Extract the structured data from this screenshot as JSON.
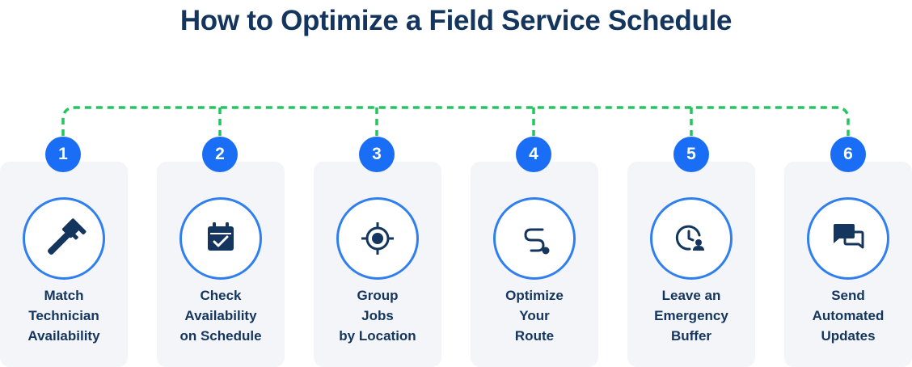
{
  "title": "How to Optimize a Field Service Schedule",
  "colors": {
    "title": "#13355e",
    "accent": "#1a6ef5",
    "connector": "#22c55e",
    "card": "#f4f5f9",
    "icon": "#13355e"
  },
  "steps": [
    {
      "number": "1",
      "icon": "wrench-icon",
      "lines": [
        "Match",
        "Technician",
        "Availability"
      ]
    },
    {
      "number": "2",
      "icon": "calendar-check-icon",
      "lines": [
        "Check",
        "Availability",
        "on Schedule"
      ]
    },
    {
      "number": "3",
      "icon": "location-target-icon",
      "lines": [
        "Group",
        "Jobs",
        "by Location"
      ]
    },
    {
      "number": "4",
      "icon": "route-icon",
      "lines": [
        "Optimize",
        "Your",
        "Route"
      ]
    },
    {
      "number": "5",
      "icon": "clock-person-icon",
      "lines": [
        "Leave an",
        "Emergency",
        "Buffer"
      ]
    },
    {
      "number": "6",
      "icon": "chat-bubbles-icon",
      "lines": [
        "Send",
        "Automated",
        "Updates"
      ]
    }
  ]
}
